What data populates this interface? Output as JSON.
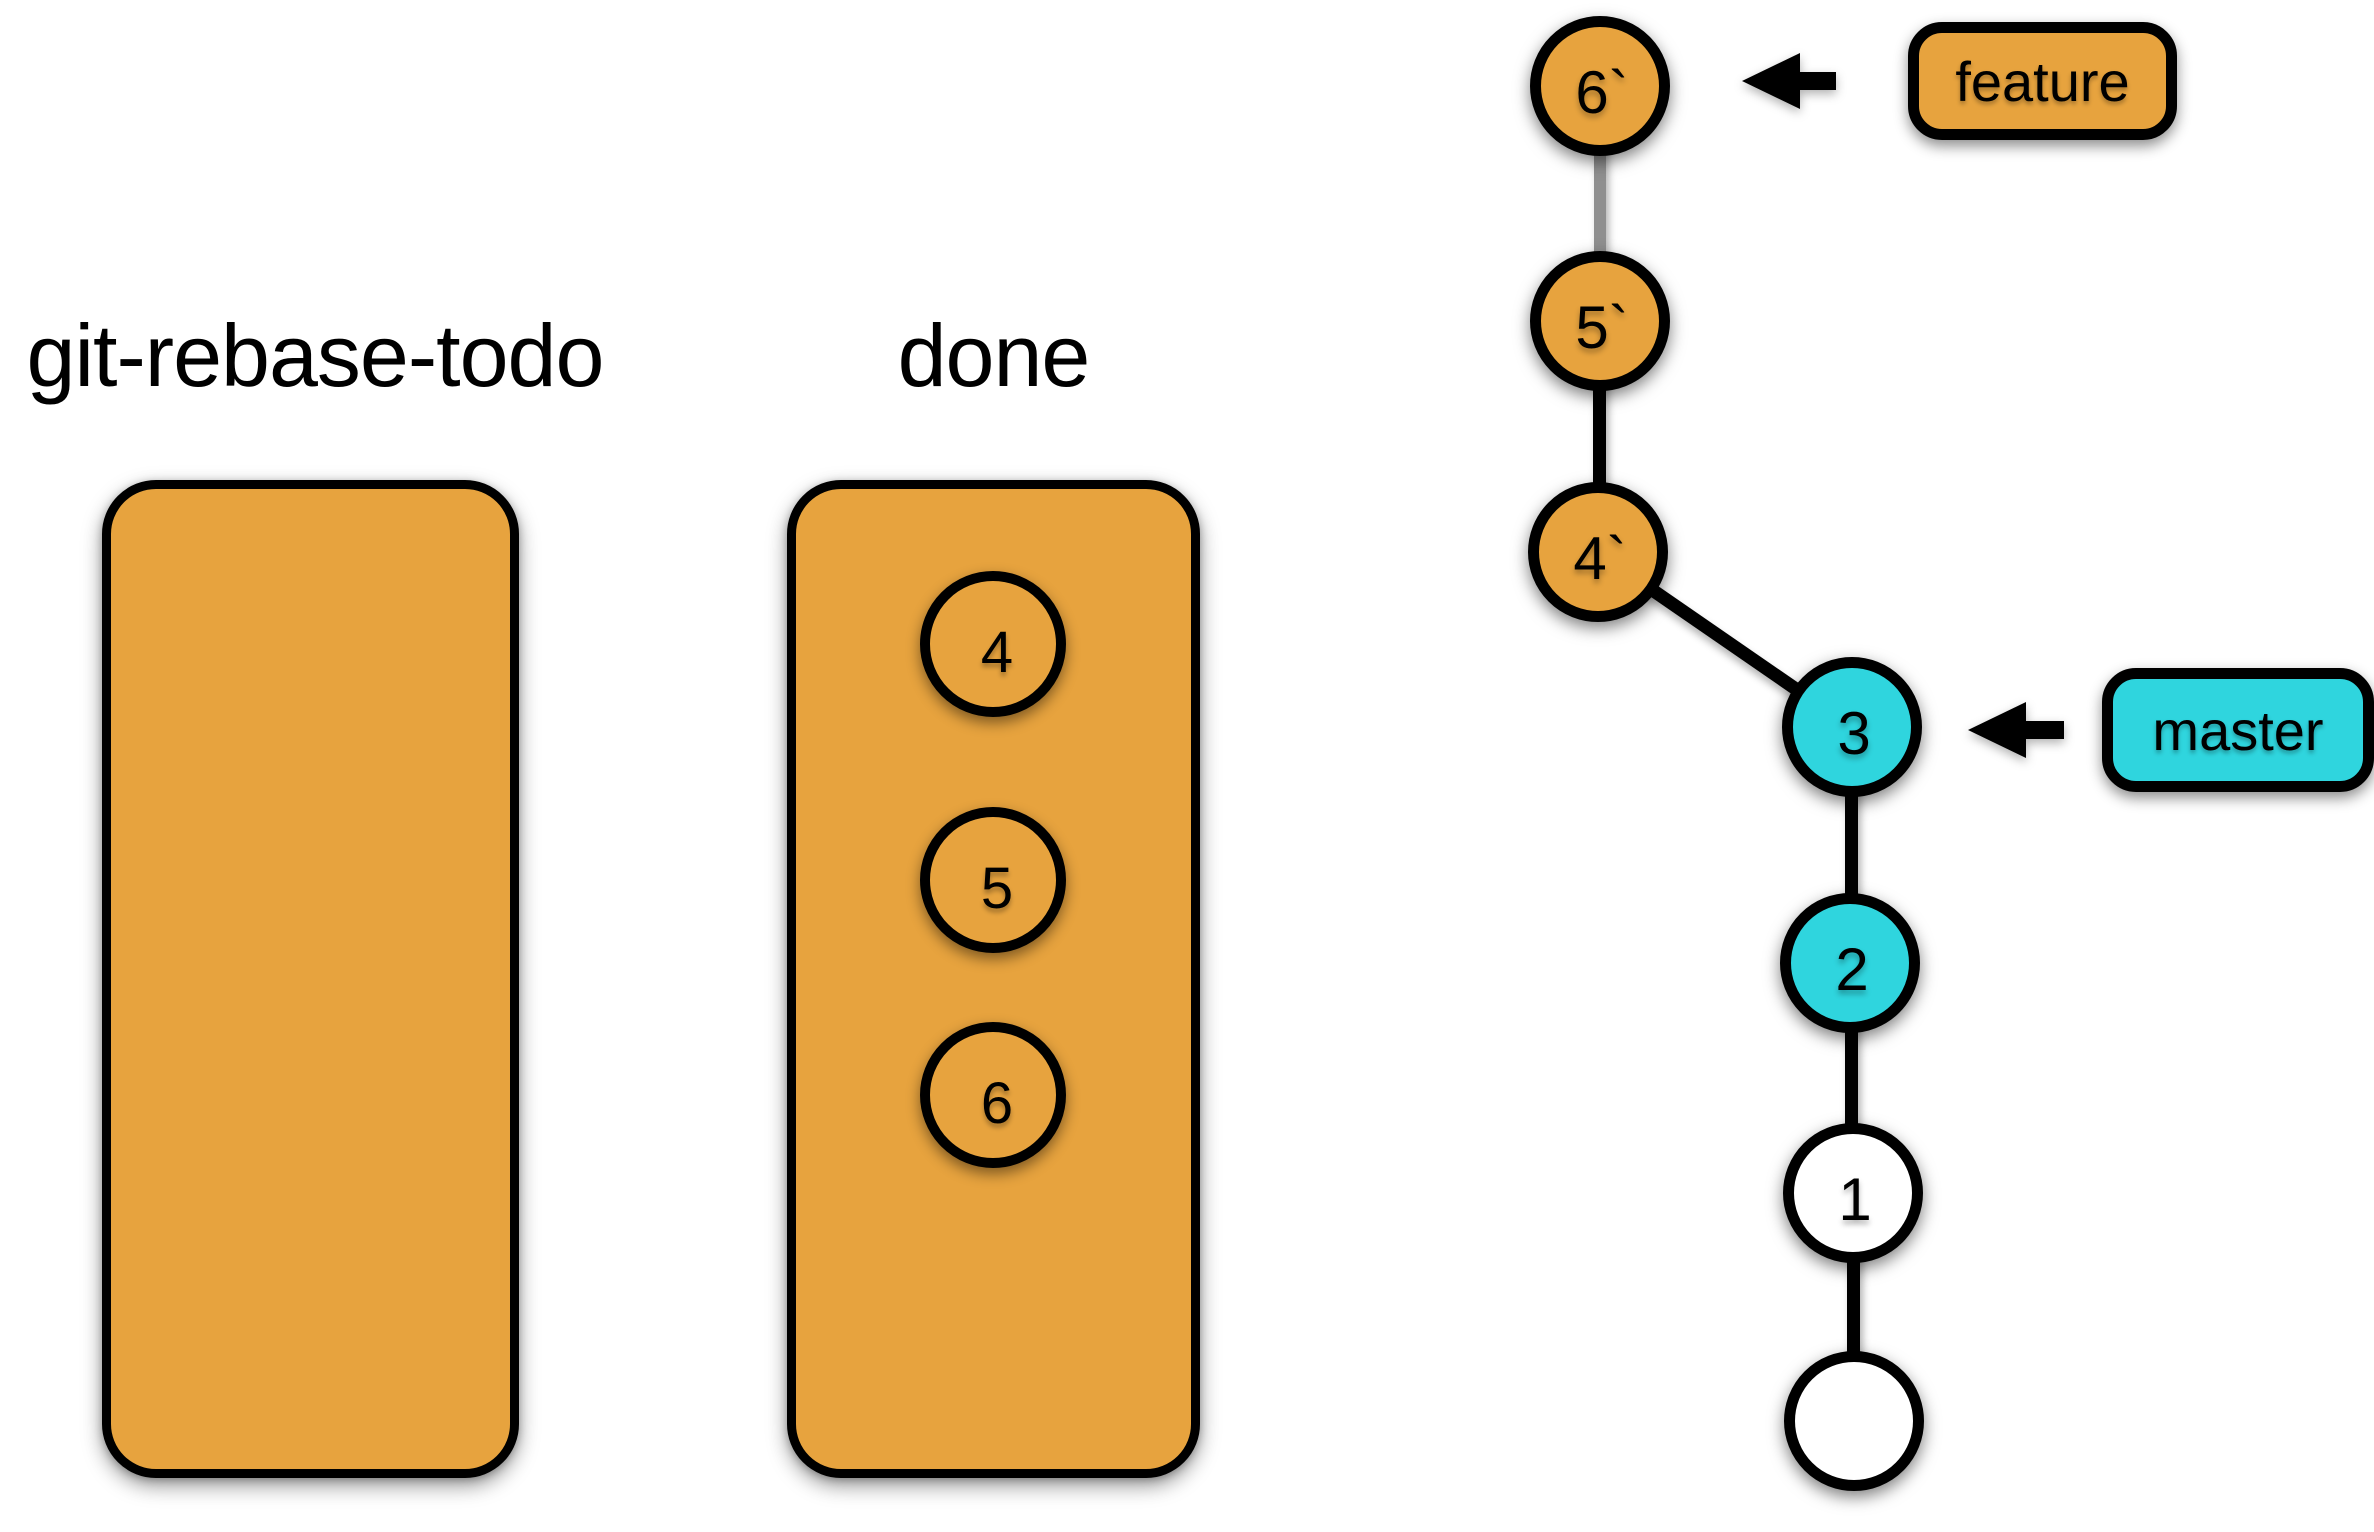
{
  "diagram": {
    "todo_panel": {
      "title": "git-rebase-todo",
      "items": []
    },
    "done_panel": {
      "title": "done",
      "items": [
        "4",
        "5",
        "6"
      ]
    },
    "graph": {
      "nodes": [
        {
          "id": "6-prime",
          "label": "6`",
          "fill": "#E7A33E"
        },
        {
          "id": "5-prime",
          "label": "5`",
          "fill": "#E7A33E"
        },
        {
          "id": "4-prime",
          "label": "4`",
          "fill": "#E7A33E"
        },
        {
          "id": "3",
          "label": "3",
          "fill": "#2FD5DE"
        },
        {
          "id": "2",
          "label": "2",
          "fill": "#2FD5DE"
        },
        {
          "id": "1",
          "label": "1",
          "fill": "#FFFFFF"
        },
        {
          "id": "root",
          "label": "",
          "fill": "#FFFFFF"
        }
      ],
      "edges": [
        {
          "from": "6-prime",
          "to": "5-prime",
          "color": "#8F8F8F"
        },
        {
          "from": "5-prime",
          "to": "4-prime",
          "color": "#000000"
        },
        {
          "from": "4-prime",
          "to": "3",
          "color": "#000000"
        },
        {
          "from": "3",
          "to": "2",
          "color": "#000000"
        },
        {
          "from": "2",
          "to": "1",
          "color": "#000000"
        },
        {
          "from": "1",
          "to": "root",
          "color": "#000000"
        }
      ],
      "branch_labels": [
        {
          "name": "feature",
          "points_to": "6-prime",
          "color": "#E7A33E"
        },
        {
          "name": "master",
          "points_to": "3",
          "color": "#2FD5DE"
        }
      ]
    },
    "colors": {
      "orange": "#E7A33E",
      "cyan": "#2FD5DE",
      "edge_gray": "#8F8F8F",
      "node_white": "#FFFFFF",
      "outline": "#000000",
      "background": "#FFFFFF"
    }
  }
}
